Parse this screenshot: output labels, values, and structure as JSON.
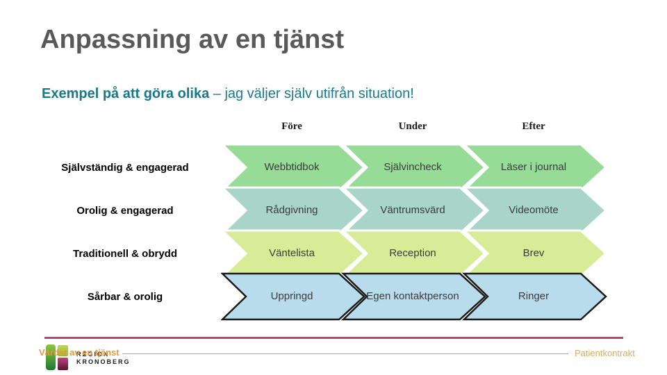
{
  "slide": {
    "title": "Anpassning av en tjänst",
    "subtitle_bold": "Exempel på att göra olika",
    "subtitle_rest": " – jag väljer själv utifrån situation!"
  },
  "table": {
    "columns": [
      "Före",
      "Under",
      "Efter"
    ],
    "rows": [
      {
        "label": "Självständig & engagerad",
        "cells": [
          "Webbtidbok",
          "Självincheck",
          "Läser i journal"
        ],
        "fill": "#96DC96",
        "stroke": "#FFFFFF"
      },
      {
        "label": "Orolig & engagerad",
        "cells": [
          "Rådgivning",
          "Väntrumsvärd",
          "Videomöte"
        ],
        "fill": "#A8D5C8",
        "stroke": "#FFFFFF"
      },
      {
        "label": "Traditionell & obrydd",
        "cells": [
          "Väntelista",
          "Reception",
          "Brev"
        ],
        "fill": "#D8EC98",
        "stroke": "#FFFFFF"
      },
      {
        "label": "Sårbar & orolig",
        "cells": [
          "Uppringd",
          "Egen kontaktperson",
          "Ringer"
        ],
        "fill": "#B8DCEC",
        "stroke": "#1A1A1A"
      }
    ]
  },
  "footer": {
    "project_label": "Värdet av en tjänst",
    "logo_line1": "REGION",
    "logo_line2": "KRONOBERG",
    "right_label": "Patientkontrakt"
  },
  "colors": {
    "title": "#595959",
    "subtitle_teal": "#177A8A",
    "magenta_rule": "#C0407E",
    "gold_text": "#E79A36",
    "gold_rule": "#C9A35A",
    "right_label_gold": "#D8AC66"
  }
}
